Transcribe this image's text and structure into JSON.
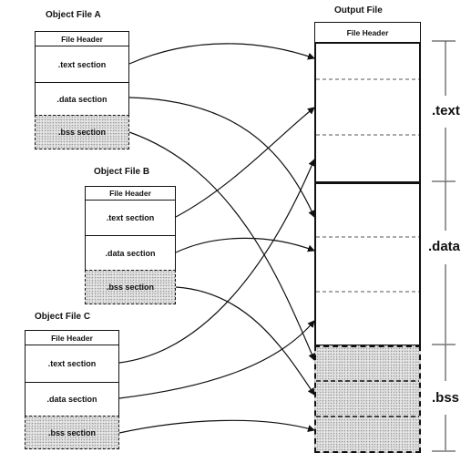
{
  "object_a": {
    "title": "Object File A",
    "header": "File Header",
    "text": ".text section",
    "data": ".data section",
    "bss": ".bss section"
  },
  "object_b": {
    "title": "Object File B",
    "header": "File Header",
    "text": ".text section",
    "data": ".data section",
    "bss": ".bss section"
  },
  "object_c": {
    "title": "Object File C",
    "header": "File Header",
    "text": ".text section",
    "data": ".data section",
    "bss": ".bss section"
  },
  "output": {
    "title": "Output File",
    "header": "File Header",
    "segments": {
      "text": ".text",
      "data": ".data",
      "bss": ".bss"
    }
  }
}
